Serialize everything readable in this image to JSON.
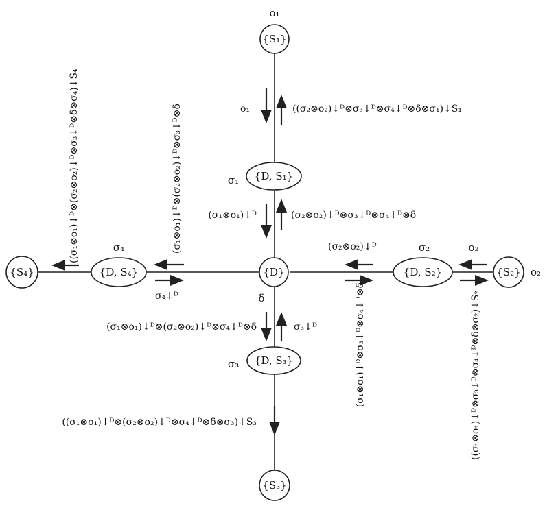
{
  "nodes": {
    "s1": "{S₁}",
    "d_s1": "{D, S₁}",
    "d": "{D}",
    "d_s2": "{D, S₂}",
    "s2": "{S₂}",
    "d_s4": "{D, S₄}",
    "s4": "{S₄}",
    "d_s3": "{D, S₃}",
    "s3": "{S₃}"
  },
  "node_tags": {
    "o1_top": "o₁",
    "sigma1": "σ₁",
    "sigma4": "σ₄",
    "sigma2": "σ₂",
    "o2_top": "o₂",
    "o2_right": "o₂",
    "delta": "δ",
    "sigma3": "σ₃"
  },
  "messages": {
    "up_s1": "((σ₂⊗o₂)↓ᴰ⊗σ₃↓ᴰ⊗σ₄↓ᴰ⊗δ⊗σ₁)↓S₁",
    "down_s1": "o₁",
    "up_d_s1": "(σ₂⊗o₂)↓ᴰ⊗σ₃↓ᴰ⊗σ₄↓ᴰ⊗δ",
    "down_d_s1": "(σ₁⊗o₁)↓ᴰ",
    "left_d_s2": "(σ₂⊗o₂)↓ᴰ",
    "right_d_s2": "(σ₁⊗o₁)↓ᴰ⊗σ₃↓ᴰ⊗σ₄↓ᴰ⊗δ",
    "left_s2": "o₂",
    "right_s2": "((σ₁⊗o₁)↓ᴰ⊗σ₃↓ᴰ⊗σ₄↓ᴰ⊗δ⊗σ₂)↓S₂",
    "left_s4": "((σ₁⊗o₁)↓ᴰ⊗(σ₂⊗o₂)↓ᴰ⊗σ₃↓ᴰ⊗δ⊗σ₄)↓S₄",
    "left_d_s4": "(σ₁⊗o₁)↓ᴰ⊗(σ₂⊗o₂)↓ᴰ⊗σ₃↓ᴰ⊗δ",
    "right_d_s4": "σ₄↓ᴰ",
    "down_d_s3": "(σ₁⊗o₁)↓ᴰ⊗(σ₂⊗o₂)↓ᴰ⊗σ₄↓ᴰ⊗δ",
    "up_d_s3": "σ₃↓ᴰ",
    "down_s3": "((σ₁⊗o₁)↓ᴰ⊗(σ₂⊗o₂)↓ᴰ⊗σ₄↓ᴰ⊗δ⊗σ₃)↓S₃"
  }
}
